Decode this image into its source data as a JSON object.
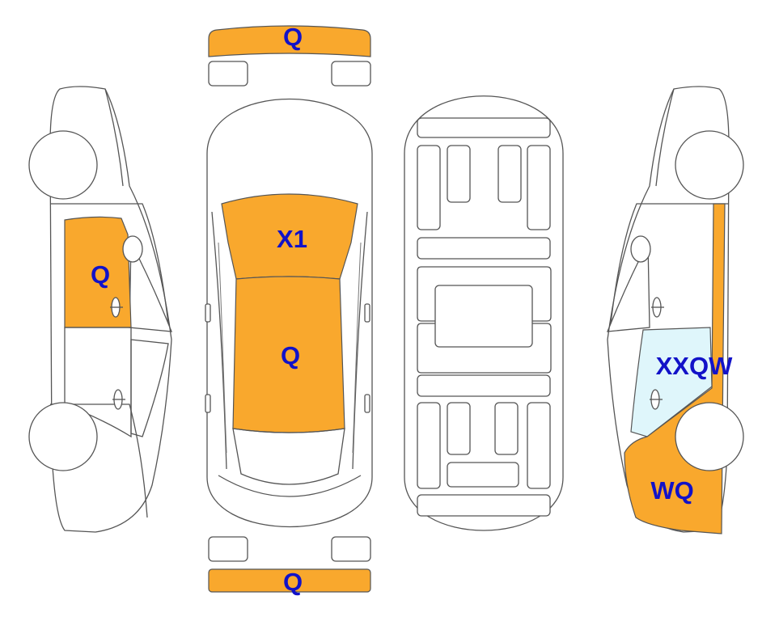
{
  "colors": {
    "damaged": "#F9A82D",
    "glass_damaged": "#DFF6FB",
    "label": "#1212C8",
    "outline": "#555555"
  },
  "labels": {
    "front_bumper": "Q",
    "hood": "X1",
    "roof": "Q",
    "rear_bumper": "Q",
    "left_front_door": "Q",
    "right_front_window": "XXQW",
    "right_front_fender": "WQ"
  }
}
